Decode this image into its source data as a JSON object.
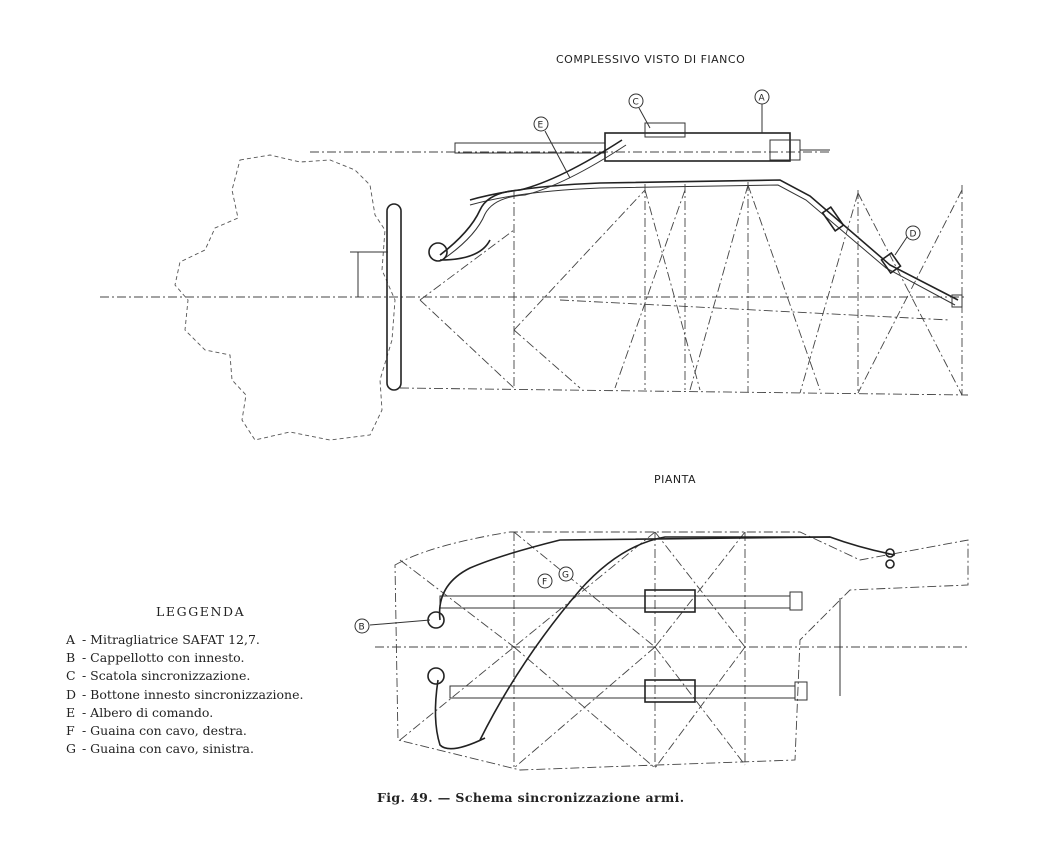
{
  "titles": {
    "side_view": "COMPLESSIVO VISTO DI FIANCO",
    "plan_view": "PIANTA"
  },
  "legend": {
    "title": "LEGGENDA",
    "items": [
      {
        "code": "A",
        "text": " - Mitragliatrice SAFAT 12,7."
      },
      {
        "code": "B",
        "text": " - Cappellotto con innesto."
      },
      {
        "code": "C",
        "text": " - Scatola sincronizzazione."
      },
      {
        "code": "D",
        "text": " - Bottone innesto sincronizzazione."
      },
      {
        "code": "E",
        "text": " - Albero di comando."
      },
      {
        "code": "F",
        "text": " - Guaina con cavo, destra."
      },
      {
        "code": "G",
        "text": " - Guaina con cavo, sinistra."
      }
    ]
  },
  "callouts": {
    "A": "A",
    "B": "B",
    "C": "C",
    "D": "D",
    "E": "E",
    "F": "F",
    "G": "G"
  },
  "caption": "Fig. 49. — Schema sincronizzazione armi."
}
